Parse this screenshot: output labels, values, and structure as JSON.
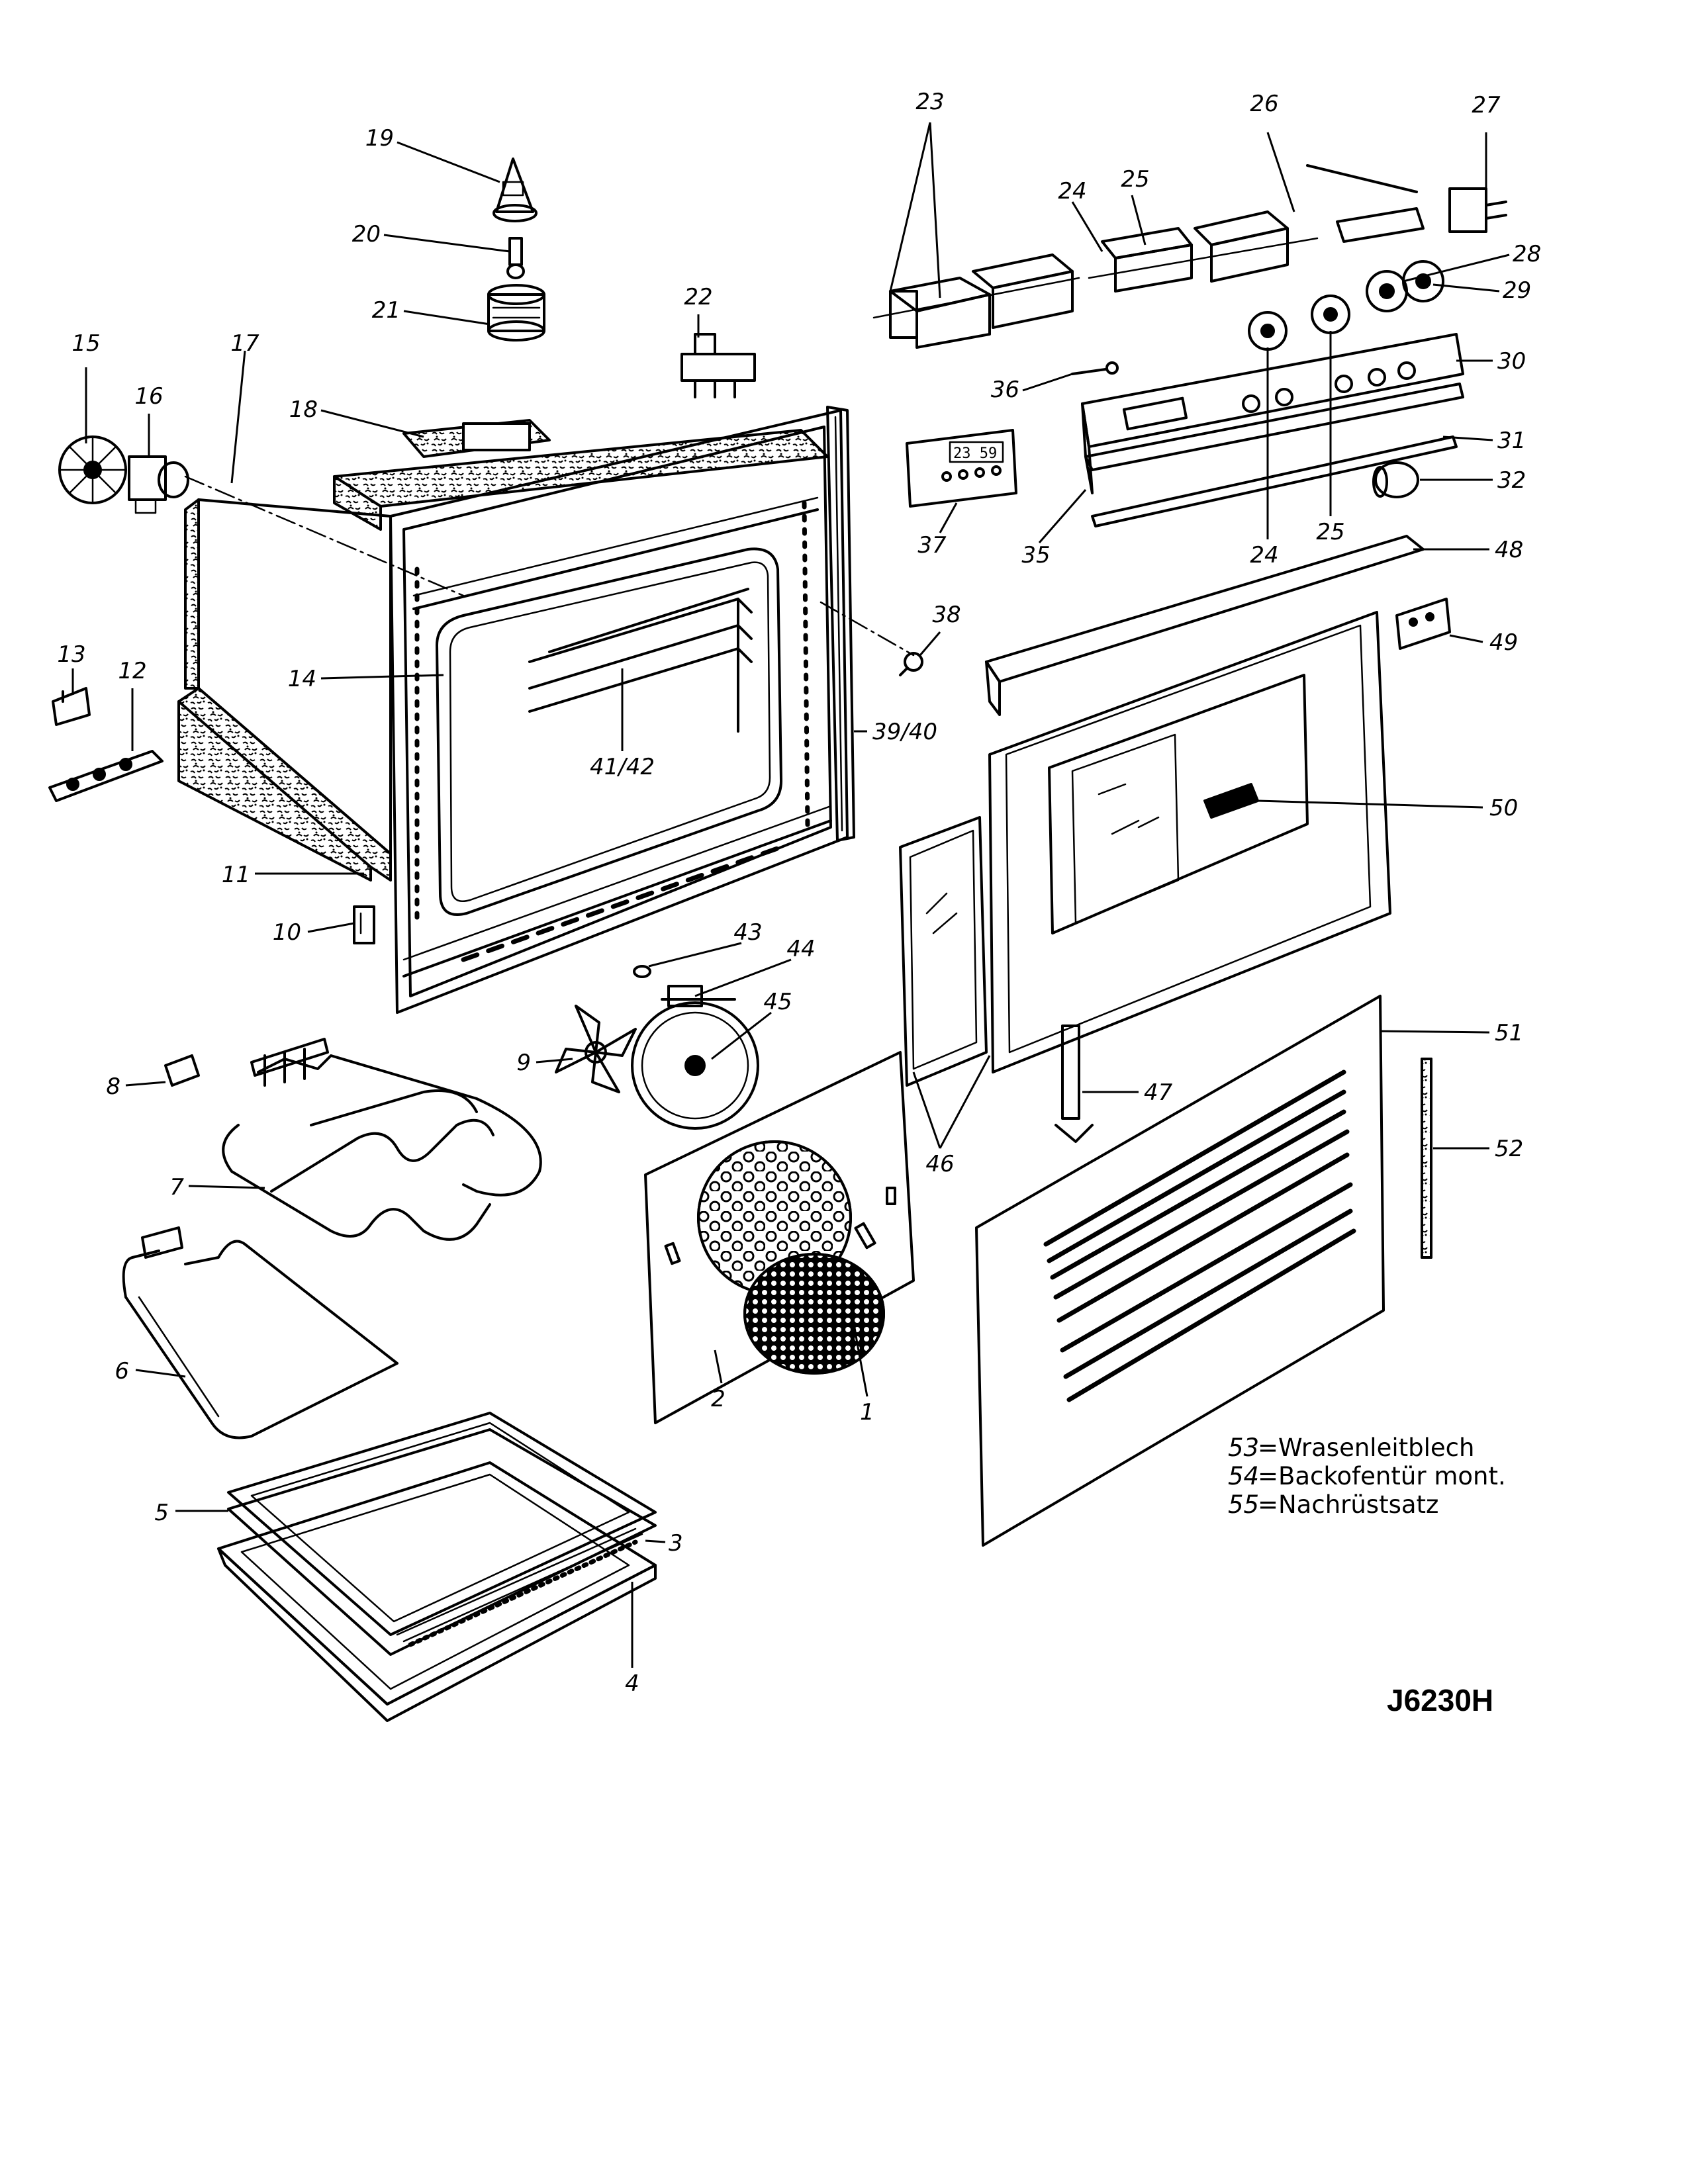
{
  "drawing_id": "J6230H",
  "clock_display": "23 59",
  "legend": [
    {
      "number": "53",
      "text": "=Wrasenleitblech"
    },
    {
      "number": "54",
      "text": "=Backofentür mont."
    },
    {
      "number": "55",
      "text": "=Nachrüstsatz"
    }
  ],
  "part_labels": {
    "p1": "1",
    "p2": "2",
    "p3": "3",
    "p4": "4",
    "p5": "5",
    "p6": "6",
    "p7": "7",
    "p8": "8",
    "p9": "9",
    "p10": "10",
    "p11": "11",
    "p12": "12",
    "p13": "13",
    "p14": "14",
    "p15": "15",
    "p16": "16",
    "p17": "17",
    "p18": "18",
    "p19": "19",
    "p20": "20",
    "p21": "21",
    "p22": "22",
    "p23": "23",
    "p24a": "24",
    "p24b": "24",
    "p25a": "25",
    "p25b": "25",
    "p26": "26",
    "p27": "27",
    "p28": "28",
    "p29": "29",
    "p30": "30",
    "p31": "31",
    "p32": "32",
    "p35": "35",
    "p36": "36",
    "p37": "37",
    "p38": "38",
    "p3940": "39/40",
    "p4142": "41/42",
    "p43": "43",
    "p44": "44",
    "p45": "45",
    "p46": "46",
    "p47": "47",
    "p48": "48",
    "p49": "49",
    "p50": "50",
    "p51": "51",
    "p52": "52"
  }
}
